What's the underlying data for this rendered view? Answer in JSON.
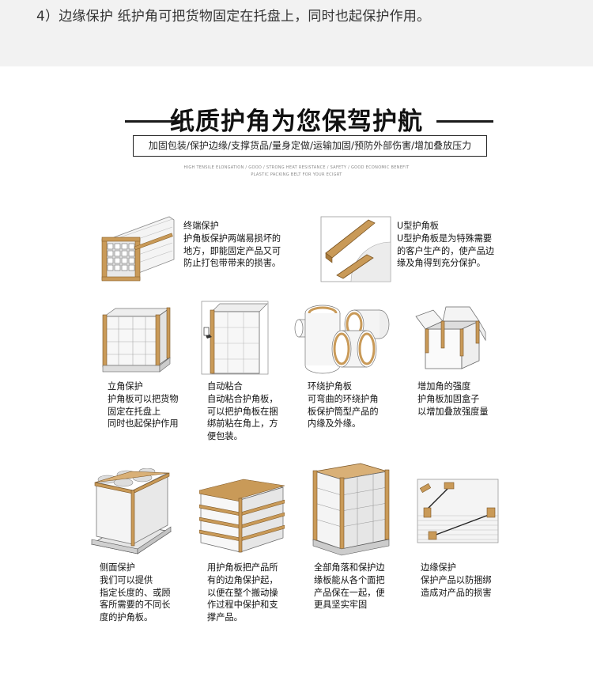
{
  "header": {
    "text": "4）边缘保护 纸护角可把货物固定在托盘上，同时也起保护作用。"
  },
  "banner": {
    "title": "纸质护角为您保驾护航",
    "subtitle": "加固包装/保护边缘/支撑货品/量身定做/运输加固/预防外部伤害/增加叠放压力",
    "tagline1": "HIGH TENSILE ELONGATION / GOOD / STRONG HEAT RESISTANCE / SAFETY / GOOD ECONOMIC BENEFIT",
    "tagline2": "PLASTIC PACKING BELT FOR YOUR ECIGRT"
  },
  "items": [
    {
      "name": "terminal-protection",
      "icon": "stacked-boards-icon",
      "lines": [
        "终端保护",
        "护角板保护两端易损坏的",
        "地方，即能固定产品又可",
        "防止打包带带来的损害。"
      ]
    },
    {
      "name": "u-type-corner",
      "icon": "u-channel-icon",
      "lines": [
        "U型护角板",
        "U型护角板是为特殊需要",
        "的客户生产的，使产品边",
        "缘及角得到充分保护。"
      ]
    },
    {
      "name": "vertical-corner",
      "icon": "pallet-crate-icon",
      "lines": [
        "立角保护",
        "护角板可以把货物",
        "固定在托盘上",
        "同时也起保护作用"
      ]
    },
    {
      "name": "self-adhesive",
      "icon": "adhesive-corner-icon",
      "lines": [
        "自动粘合",
        "自动粘合护角板，",
        "可以把护角板在捆",
        "绑前粘在角上，方",
        "便包装。"
      ]
    },
    {
      "name": "ring-corner",
      "icon": "paper-rolls-icon",
      "lines": [
        "环绕护角板",
        "可弯曲的环绕护角",
        "板保护筒型产品的",
        "内缘及外缘。"
      ]
    },
    {
      "name": "box-strength",
      "icon": "open-box-icon",
      "lines": [
        "增加角的强度",
        "护角板加固盒子",
        "以增加叠放强度量"
      ]
    },
    {
      "name": "side-protection",
      "icon": "cylinder-pallet-icon",
      "lines": [
        "侧面保护",
        "我们可以提供",
        "指定长度的、或顾",
        "客所需要的不同长",
        "度的护角板。"
      ]
    },
    {
      "name": "edge-support",
      "icon": "stacked-sheets-icon",
      "lines": [
        "用护角板把产品所",
        "有的边角保护起，",
        "以便在整个搬动操",
        "作过程中保护和支",
        "撑产品。"
      ]
    },
    {
      "name": "full-protection",
      "icon": "wrapped-pallet-icon",
      "lines": [
        "全部角落和保护边",
        "缘板能从各个面把",
        "产品保在一起，便",
        "更具坚实牢固"
      ]
    },
    {
      "name": "edge-protection",
      "icon": "strapped-stack-icon",
      "lines": [
        "边缘保护",
        "保护产品以防捆绑",
        "造成对产品的损害"
      ]
    }
  ]
}
